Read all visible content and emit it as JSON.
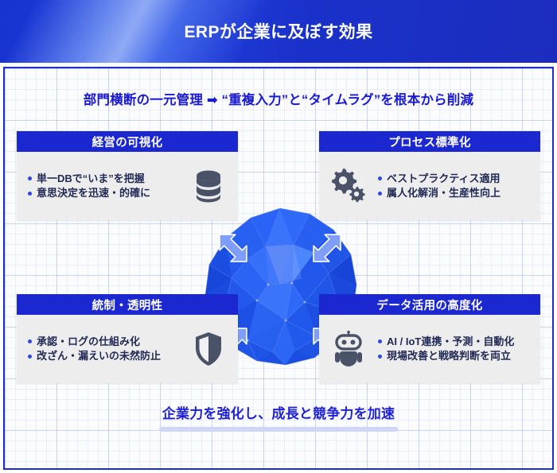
{
  "header": {
    "title": "ERPが企業に及ぼす効果"
  },
  "board": {
    "subtitle": "部門横断の一元管理 ➡ “重複入力”と“タイムラグ”を根本から削減",
    "cards": [
      {
        "id": "management-visualization",
        "title": "経営の可視化",
        "icon": "database-icon",
        "icon_side": "right",
        "bullets": [
          "単一DBで“いま”を把握",
          "意思決定を迅速・的確に"
        ]
      },
      {
        "id": "process-standardization",
        "title": "プロセス標準化",
        "icon": "gears-icon",
        "icon_side": "left",
        "bullets": [
          "ベストプラクティス適用",
          "属人化解消・生産性向上"
        ]
      },
      {
        "id": "control-transparency",
        "title": "統制・透明性",
        "icon": "shield-icon",
        "icon_side": "right",
        "bullets": [
          "承認・ログの仕組み化",
          "改ざん・漏えいの未然防止"
        ]
      },
      {
        "id": "data-utilization",
        "title": "データ活用の高度化",
        "icon": "robot-icon",
        "icon_side": "left",
        "bullets": [
          "AI / IoT連携・予測・自動化",
          "現場改善と戦略判断を両立"
        ]
      }
    ],
    "center": {
      "graphic": "low-poly-sphere",
      "arrows": [
        "arrow-up-left",
        "arrow-up-right",
        "arrow-down-left",
        "arrow-down-right"
      ]
    },
    "footer": {
      "text": "企業力を強化し、成長と競争力を加速"
    }
  },
  "colors": {
    "title_bar_blue": "#1a31c9",
    "card_header_blue": "#1c28cf",
    "card_body_gray": "#ededee",
    "accent_text_blue": "#1a1ad2",
    "bullet_text_navy": "#222a55",
    "icon_slate": "#4a5268",
    "arrow_light_blue": "#7f9dfa",
    "sphere_blue": "#1f56f0",
    "footer_underline": "#cfd6f7"
  }
}
